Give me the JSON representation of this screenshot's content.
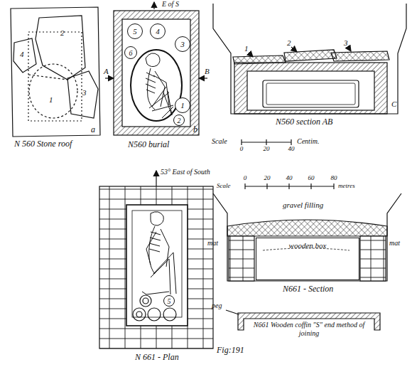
{
  "diagram": {
    "nodes": [
      {
        "text": [
          "5"
        ]
      },
      {
        "text": [
          "4"
        ]
      },
      {
        "text": [
          "3"
        ]
      },
      {
        "text": [
          "6"
        ]
      },
      {
        "text": [
          "1"
        ]
      },
      {
        "text": [
          "2"
        ]
      },
      {
        "text": [
          "5"
        ]
      },
      {
        "text": [
          "wooden box"
        ]
      }
    ],
    "labels": [
      "N 560 Stone roof",
      "a",
      "1",
      "2",
      "3",
      "4",
      "E of S",
      "A",
      "B",
      "N560 burial",
      "b",
      "N560 section AB",
      "1",
      "2",
      "3",
      "C",
      "Scale",
      "0",
      "20",
      "40",
      "Centim.",
      "53° East of South",
      "N 661 - Plan",
      "Fig:191",
      "Scale",
      "0",
      "20",
      "40",
      "60",
      "80",
      "metres",
      "gravel filling",
      "mat",
      "mat",
      "N661 - Section",
      "peg",
      "N661 Wooden coffin \"S\" end method of joining"
    ]
  }
}
